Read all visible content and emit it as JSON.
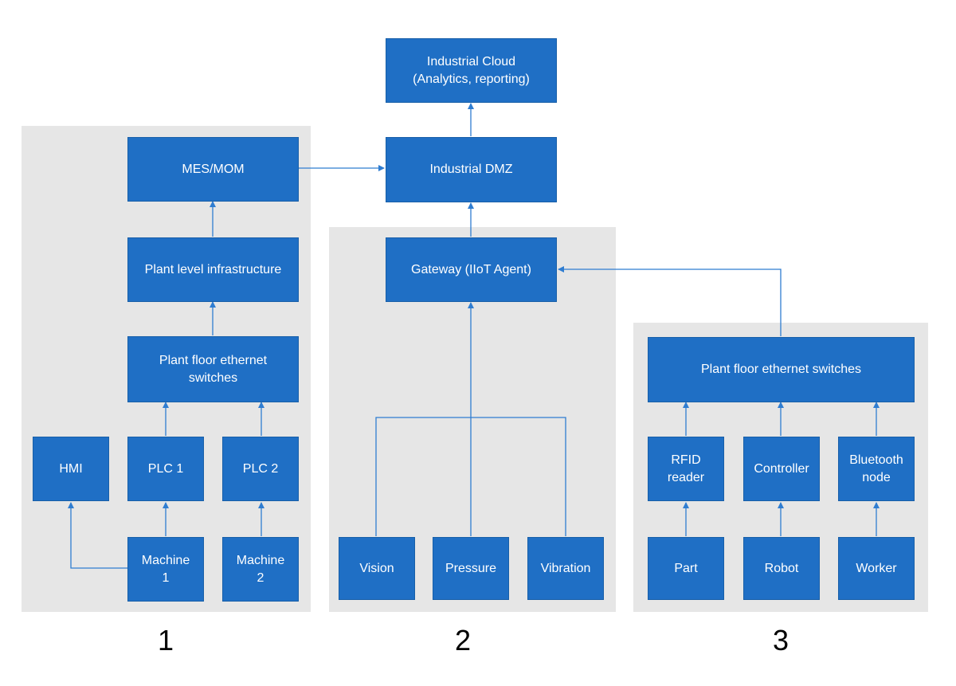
{
  "colors": {
    "node_fill": "#1f6fc5",
    "connector": "#2f7dd1",
    "region_fill": "#e6e6e6"
  },
  "regions": {
    "r1": "1",
    "r2": "2",
    "r3": "3"
  },
  "nodes": {
    "cloud": "Industrial Cloud\n(Analytics, reporting)",
    "dmz": "Industrial DMZ",
    "mes": "MES/MOM",
    "plant_infra": "Plant level infrastructure",
    "switches1": "Plant floor ethernet\nswitches",
    "hmi": "HMI",
    "plc1": "PLC 1",
    "plc2": "PLC 2",
    "machine1": "Machine\n1",
    "machine2": "Machine\n2",
    "gateway": "Gateway (IIoT Agent)",
    "vision": "Vision",
    "pressure": "Pressure",
    "vibration": "Vibration",
    "switches3": "Plant floor ethernet switches",
    "rfid": "RFID\nreader",
    "controller": "Controller",
    "bluetooth": "Bluetooth\nnode",
    "part": "Part",
    "robot": "Robot",
    "worker": "Worker"
  }
}
